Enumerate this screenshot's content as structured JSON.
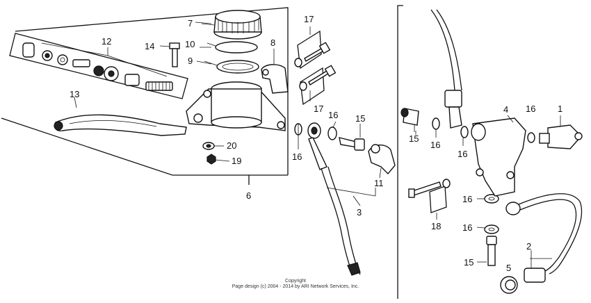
{
  "diagram": {
    "callouts": [
      "1",
      "2",
      "3",
      "4",
      "5",
      "6",
      "7",
      "8",
      "9",
      "10",
      "11",
      "12",
      "13",
      "14",
      "15",
      "16",
      "17",
      "18",
      "19",
      "20"
    ],
    "copyright": {
      "line1": "Copyright",
      "line2": "Page design (c) 2004 - 2014 by ARI Network Services, Inc."
    }
  }
}
